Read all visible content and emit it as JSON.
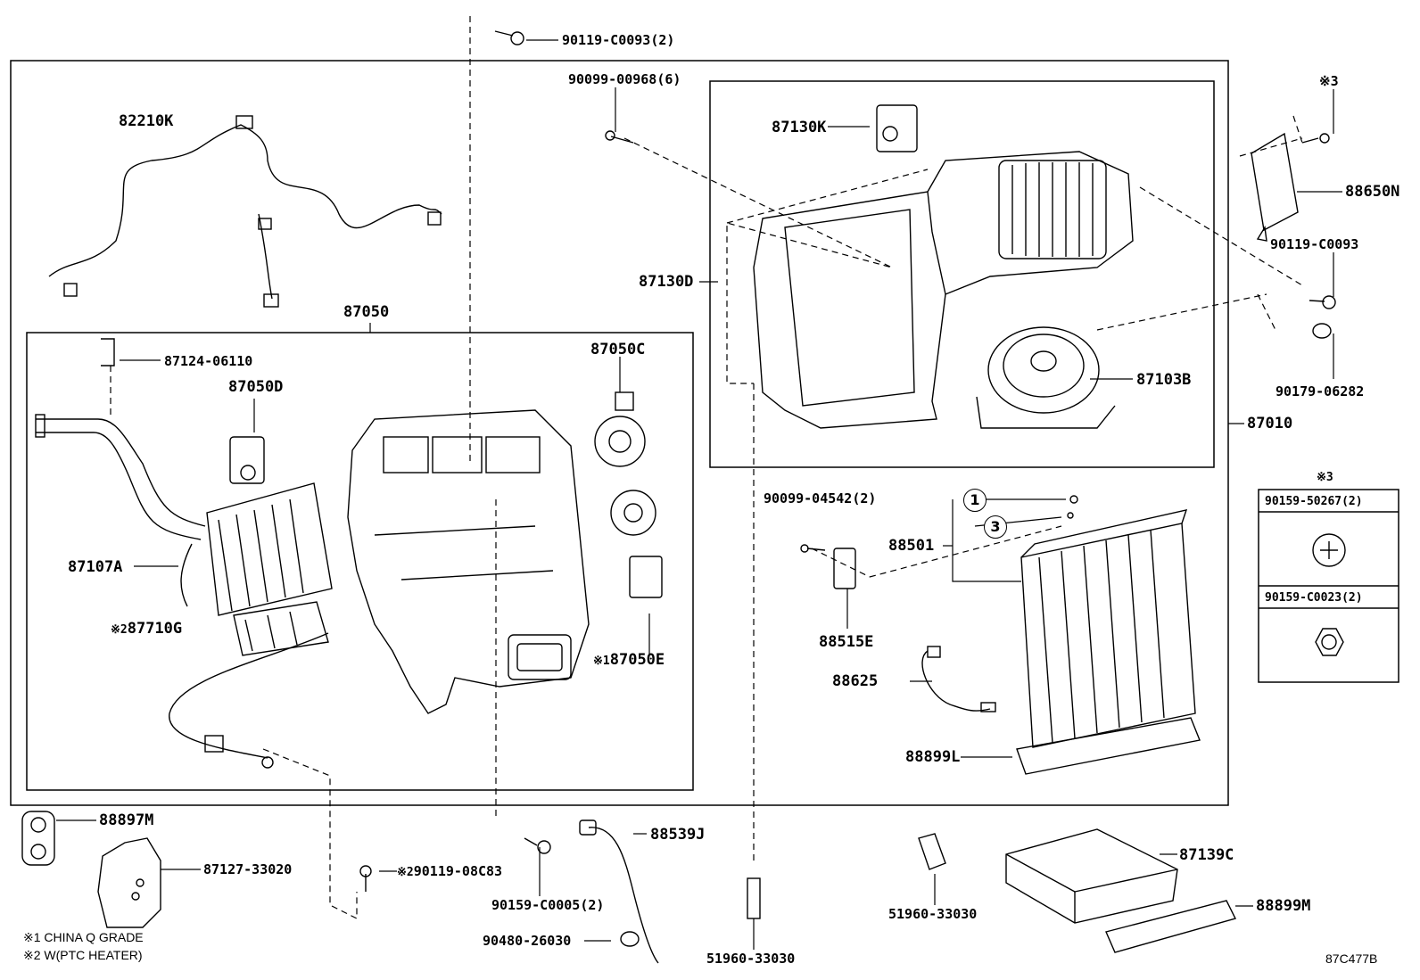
{
  "labels": {
    "p82210K": "82210K",
    "p87050": "87050",
    "p87124": "87124-06110",
    "p87050D": "87050D",
    "p87050C": "87050C",
    "p87107A": "87107A",
    "p87710G_mark": "※2",
    "p87710G": "87710G",
    "p87050E_mark": "※1",
    "p87050E": "87050E",
    "p90119_top": "90119-C0093(2)",
    "p90099_00968": "90099-00968(6)",
    "p87130K": "87130K",
    "p87130D": "87130D",
    "p87103B": "87103B",
    "p87010": "87010",
    "p3_mark_top": "※3",
    "p88650N": "88650N",
    "p90119_right": "90119-C0093",
    "p90179": "90179-06282",
    "p90099_04542": "90099-04542(2)",
    "p88501": "88501",
    "p88515E": "88515E",
    "p88625": "88625",
    "p88899L": "88899L",
    "p88897M": "88897M",
    "p87127": "87127-33020",
    "p90119_08C83_mark": "※2",
    "p90119_08C83": "90119-08C83",
    "p90159_C0005": "90159-C0005(2)",
    "p90480": "90480-26030",
    "p88539J": "88539J",
    "p51960_bottom": "51960-33030",
    "p51960_mid": "51960-33030",
    "p87139C": "87139C",
    "p88899M": "88899M",
    "circle1": "1",
    "circle3": "3"
  },
  "table": {
    "mark": "※3",
    "row1": "90159-50267(2)",
    "row2": "90159-C0023(2)"
  },
  "notes": {
    "note1": "※1 CHINA Q GRADE",
    "note2": "※2 W(PTC HEATER)"
  },
  "diagram_id": "87C477B"
}
